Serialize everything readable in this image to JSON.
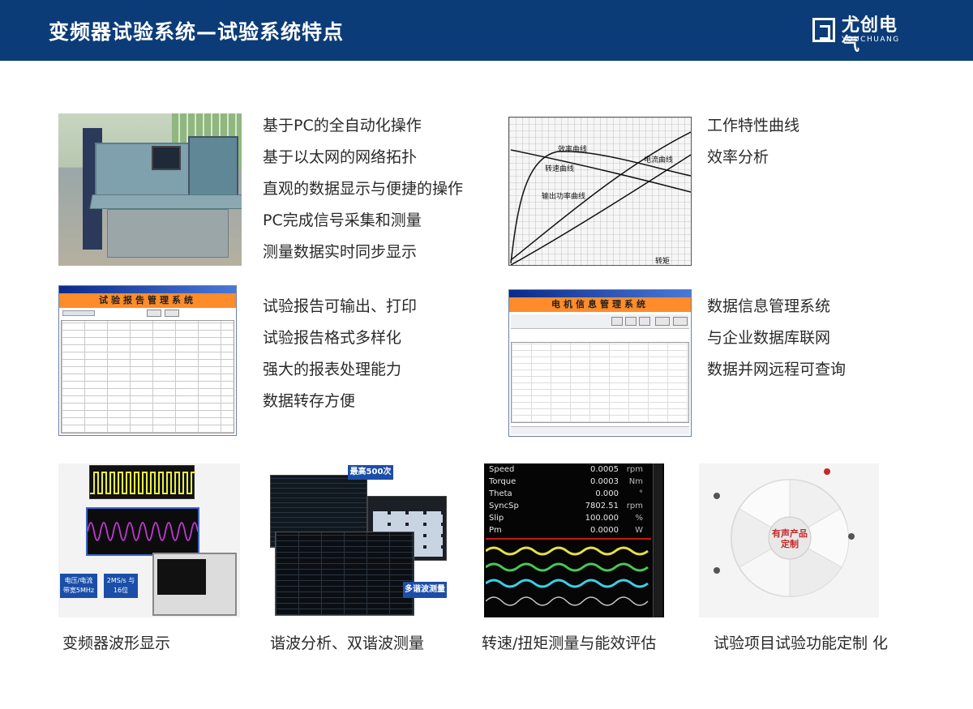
{
  "header": {
    "title": "变频器试验系统—试验系统特点",
    "logo_cn": "尤创电气",
    "logo_en": "YOUCHUANG"
  },
  "section1": {
    "features": [
      "基于PC的全自动化操作",
      "基于以太网的网络拓扑",
      "直观的数据显示与便捷的操作",
      "PC完成信号采集和测量",
      "测量数据实时同步显示"
    ]
  },
  "section2": {
    "features": [
      "工作特性曲线",
      "效率分析"
    ],
    "chart_labels": {
      "efficiency": "效率曲线",
      "speed": "转速曲线",
      "current": "电流曲线",
      "output_power": "输出功率曲线",
      "torque": "转矩"
    }
  },
  "section3": {
    "features": [
      "试验报告可输出、打印",
      "试验报告格式多样化",
      "强大的报表处理能力",
      "数据转存方便"
    ],
    "screen_title": "试验报告管理系统"
  },
  "section4": {
    "features": [
      "数据信息管理系统",
      "与企业数据库联网",
      "数据并网远程可查询"
    ],
    "screen_title": "电机信息管理系统"
  },
  "bottom": {
    "captions": [
      "变频器波形显示",
      "谐波分析、双谐波测量",
      "转速/扭矩测量与能效评估",
      "试验项目试验功能定制 化"
    ],
    "scope_tags": [
      "电压/电流 带宽5MHz",
      "2MS/s 与16位"
    ],
    "harmonic_tags": [
      "最高500次",
      "多谐波测量"
    ],
    "speed_rows": [
      {
        "k": "Speed",
        "v": "0.0005",
        "u": "rpm"
      },
      {
        "k": "Torque",
        "v": "0.0003",
        "u": "Nm"
      },
      {
        "k": "Theta",
        "v": "0.000",
        "u": "°"
      },
      {
        "k": "SyncSp",
        "v": "7802.51",
        "u": "rpm"
      },
      {
        "k": "Slip",
        "v": "100.000",
        "u": "%"
      },
      {
        "k": "Pm",
        "v": "0.0000",
        "u": "W"
      }
    ],
    "custom_center": "有声产品 定制"
  },
  "colors": {
    "header_bg": "#0c3c78",
    "banner_orange": "#ff8c2a"
  }
}
